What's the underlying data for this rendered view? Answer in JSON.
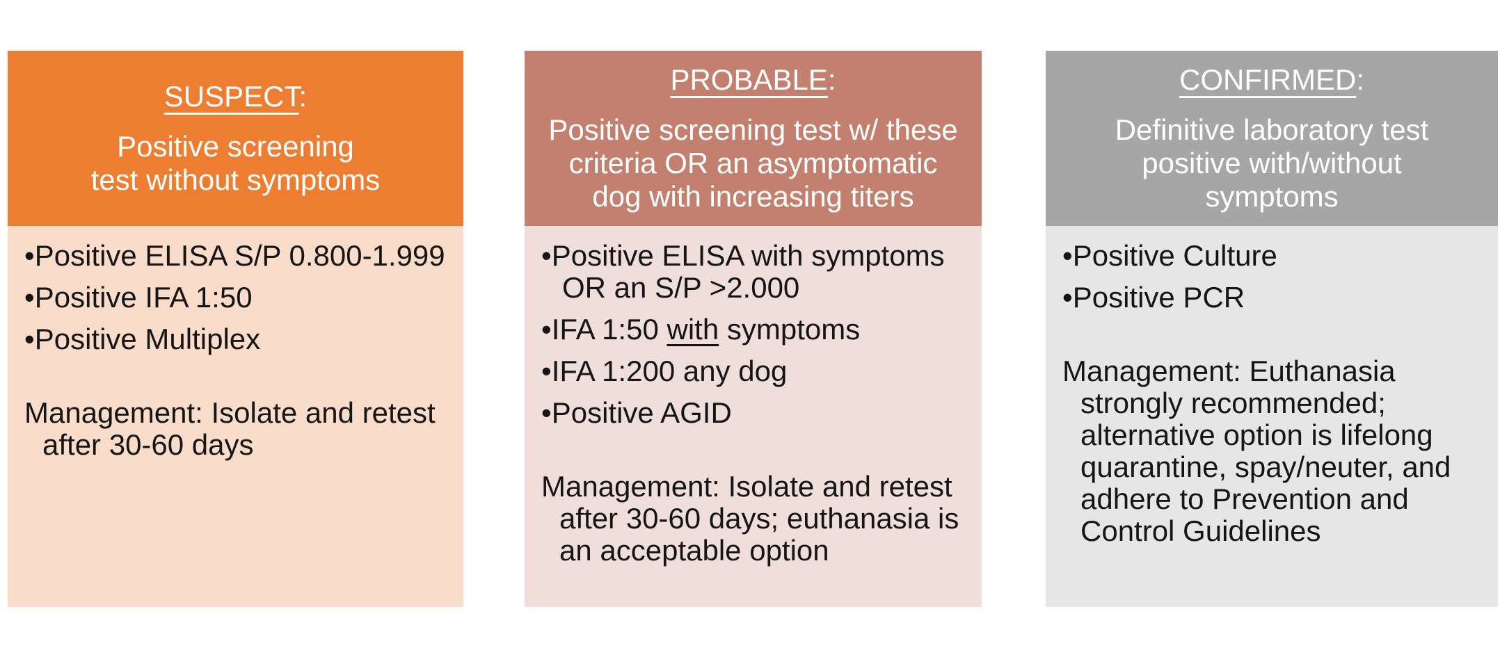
{
  "page": {
    "background": "#FFFFFF",
    "body_text_color": "#151515",
    "header_text_color": "#FFFFFF"
  },
  "columns": [
    {
      "id": "suspect",
      "header": {
        "title": "SUSPECT",
        "title_suffix": ":",
        "subtitle": "Positive screening\ntest without symptoms",
        "bg": "#ED7D31"
      },
      "body": {
        "bg": "#FADCCB",
        "items": [
          {
            "text": "•Positive ELISA S/P 0.800-1.999"
          },
          {
            "text": "•Positive IFA 1:50"
          },
          {
            "text": "•Positive Multiplex"
          }
        ],
        "management": "Management: Isolate and retest\nafter 30-60 days"
      }
    },
    {
      "id": "probable",
      "header": {
        "title": "PROBABLE",
        "title_suffix": ":",
        "subtitle": "Positive screening test w/ these\ncriteria OR an asymptomatic\ndog with increasing titers",
        "bg": "#C3806E"
      },
      "body": {
        "bg": "#EFDEDA",
        "items": [
          {
            "text": "•Positive ELISA with symptoms\nOR an S/P >2.000"
          },
          {
            "pre": "•IFA 1:50 ",
            "underline": "with",
            "post": " symptoms"
          },
          {
            "text": "•IFA 1:200 any dog"
          },
          {
            "text": "•Positive AGID"
          }
        ],
        "management": "Management: Isolate and retest\nafter 30-60 days; euthanasia is\nan acceptable option"
      }
    },
    {
      "id": "confirmed",
      "header": {
        "title": "CONFIRMED",
        "title_suffix": ":",
        "subtitle": "Definitive laboratory test\npositive with/without\nsymptoms",
        "bg": "#A6A6A6"
      },
      "body": {
        "bg": "#E7E6E6",
        "items": [
          {
            "text": "•Positive Culture"
          },
          {
            "text": "•Positive PCR"
          }
        ],
        "management": "Management: Euthanasia\nstrongly recommended;\nalternative option is lifelong\nquarantine, spay/neuter, and\nadhere to Prevention and\nControl Guidelines"
      }
    }
  ]
}
